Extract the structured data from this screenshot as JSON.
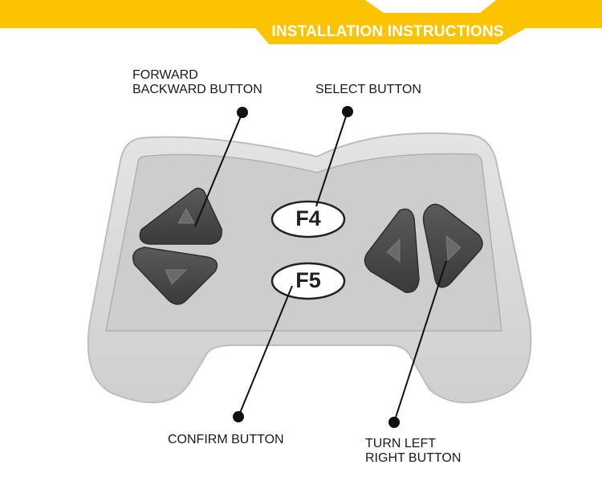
{
  "banner": {
    "title": "INSTALLATION INSTRUCTIONS"
  },
  "labels": {
    "forward_backward": [
      "FORWARD",
      "BACKWARD BUTTON"
    ],
    "select": "SELECT BUTTON",
    "confirm": "CONFIRM BUTTON",
    "turn_left_right": [
      "TURN LEFT",
      "RIGHT BUTTON"
    ]
  },
  "keys": {
    "f4": "F4",
    "f5": "F5"
  },
  "colors": {
    "accent": "#FCC400",
    "body": "#D7D7D7",
    "panel": "#CDCDCD",
    "button": "#4A4A4A",
    "leader": "#111111"
  },
  "icons": [
    "up-arrow-icon",
    "down-arrow-icon",
    "left-arrow-icon",
    "right-arrow-icon"
  ]
}
